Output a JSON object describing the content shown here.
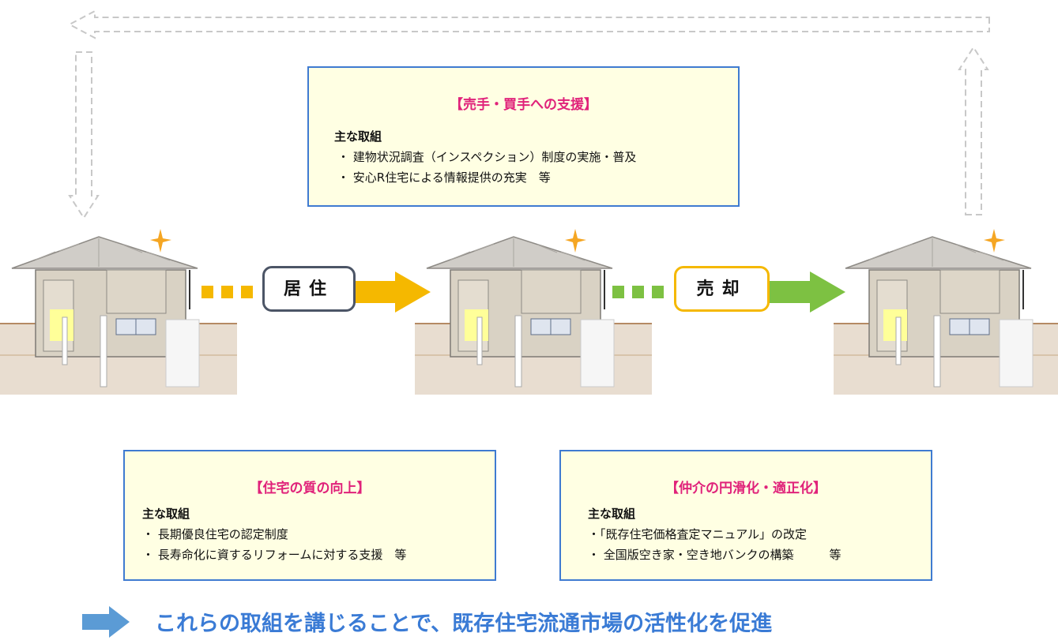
{
  "support_box": {
    "title": "【売手・買手への支援】",
    "heading": "主な取組",
    "items": [
      "・ 建物状況調査（インスペクション）制度の実施・普及",
      "・ 安心R住宅による情報提供の充実　等"
    ]
  },
  "quality_box": {
    "title": "【住宅の質の向上】",
    "heading": "主な取組",
    "items": [
      "・ 長期優良住宅の認定制度",
      "・ 長寿命化に資するリフォームに対する支援　等"
    ]
  },
  "brokerage_box": {
    "title": "【仲介の円滑化・適正化】",
    "heading": "主な取組",
    "items": [
      "・「既存住宅価格査定マニュアル」の改定",
      "・ 全国版空き家・空き地バンクの構築　　　等"
    ]
  },
  "flow": {
    "step1_label": "居住",
    "step2_label": "売却",
    "colors": {
      "reside": "#f5b800",
      "sell": "#7dc142",
      "loop": "#d9d9d9",
      "box_border": "#3f7bd1",
      "title_pink": "#e0227a"
    }
  },
  "footer": {
    "text": "これらの取組を講じることで、既存住宅流通市場の活性化を促進"
  }
}
